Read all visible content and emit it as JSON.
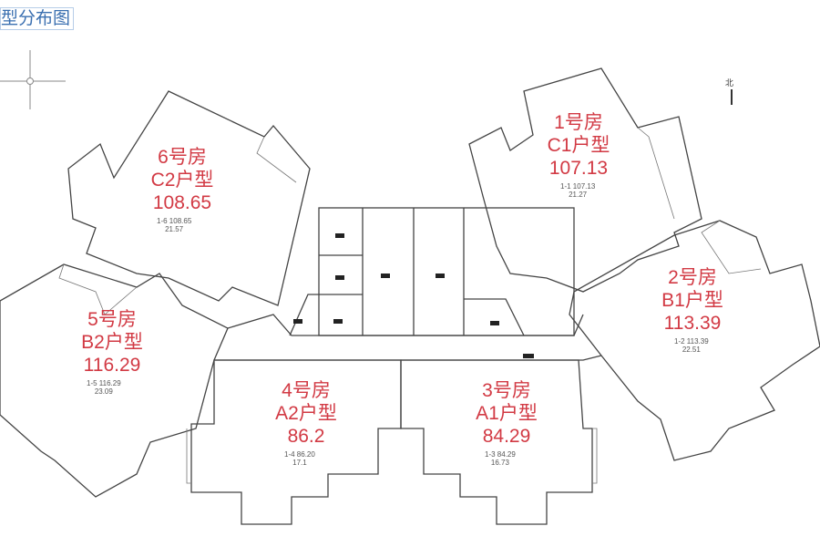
{
  "title": "型分布图",
  "north_label": "北",
  "units": [
    {
      "room": "6号房",
      "type": "C2户型",
      "area": "108.65",
      "sub_prefix": "1-6",
      "sub_area": "108.65",
      "sub_value": "21.57"
    },
    {
      "room": "1号房",
      "type": "C1户型",
      "area": "107.13",
      "sub_prefix": "1-1",
      "sub_area": "107.13",
      "sub_value": "21.27"
    },
    {
      "room": "2号房",
      "type": "B1户型",
      "area": "113.39",
      "sub_prefix": "1-2",
      "sub_area": "113.39",
      "sub_value": "22.51"
    },
    {
      "room": "5号房",
      "type": "B2户型",
      "area": "116.29",
      "sub_prefix": "1-5",
      "sub_area": "116.29",
      "sub_value": "23.09"
    },
    {
      "room": "4号房",
      "type": "A2户型",
      "area": "86.2",
      "sub_prefix": "1-4",
      "sub_area": "86.20",
      "sub_value": "17.1"
    },
    {
      "room": "3号房",
      "type": "A1户型",
      "area": "84.29",
      "sub_prefix": "1-3",
      "sub_area": "84.29",
      "sub_value": "16.73"
    }
  ]
}
